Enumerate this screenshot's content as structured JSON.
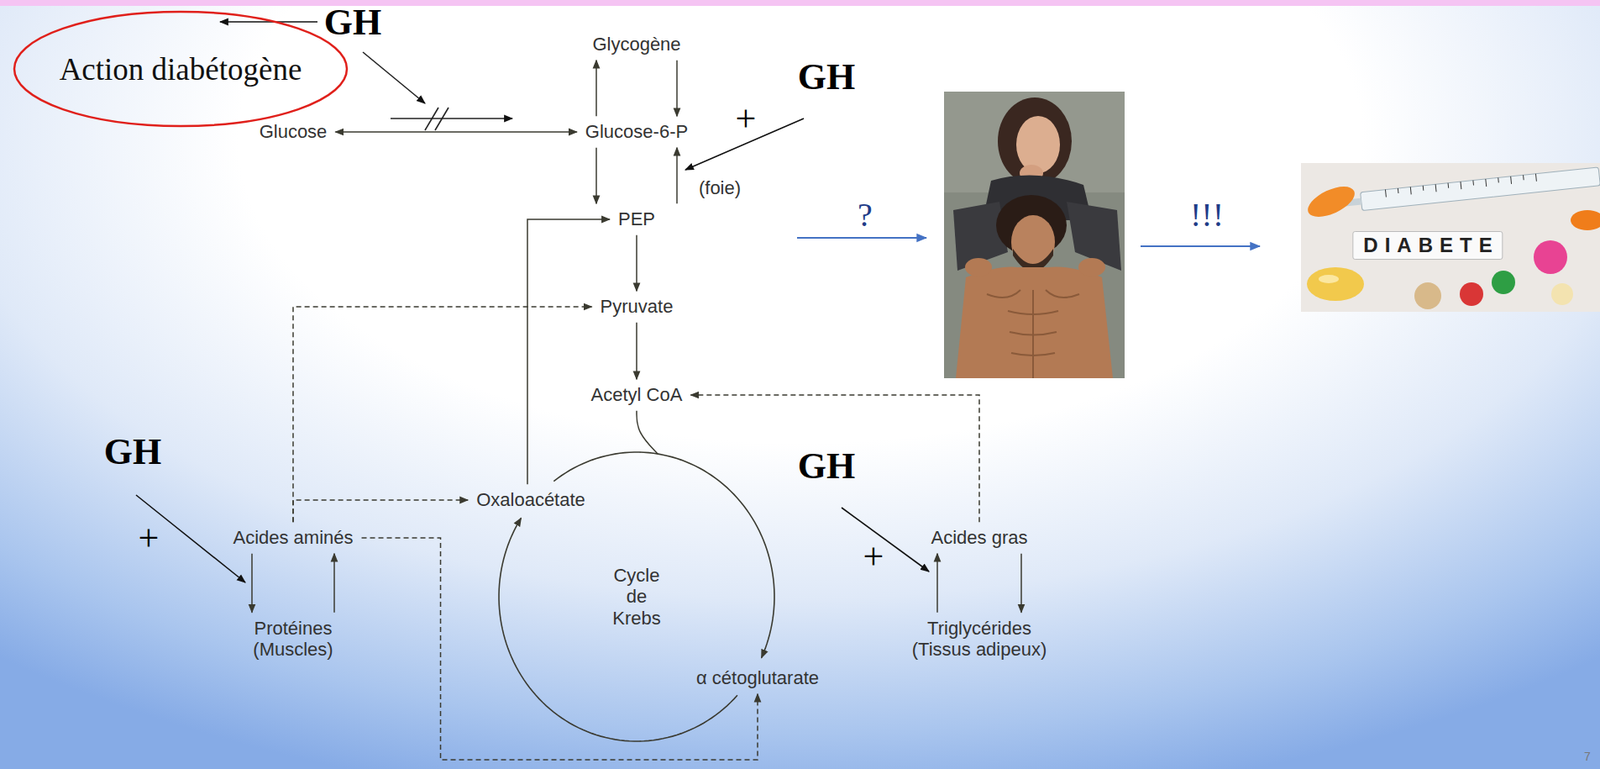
{
  "diagram": {
    "nodes": [
      {
        "text": [
          "Action diabétogène"
        ]
      },
      {
        "text": [
          "Glycogène"
        ]
      },
      {
        "text": [
          "Glucose"
        ]
      },
      {
        "text": [
          "Glucose-6-P"
        ]
      },
      {
        "text": [
          "PEP"
        ]
      },
      {
        "text": [
          "Pyruvate"
        ]
      },
      {
        "text": [
          "Acetyl CoA"
        ]
      },
      {
        "text": [
          "Cycle de Krebs"
        ]
      },
      {
        "text": [
          "Oxaloacétate"
        ]
      },
      {
        "text": [
          "Acides aminés"
        ]
      },
      {
        "text": [
          "Acides gras"
        ]
      },
      {
        "text": [
          "Protéines (Muscles)"
        ]
      },
      {
        "text": [
          "Triglycérides (Tissus adipeux)"
        ]
      },
      {
        "text": [
          "α cétoglutarate"
        ]
      }
    ],
    "edges": [
      {
        "from": 1,
        "to": 3,
        "arrow": "to"
      },
      {
        "from": 3,
        "to": 1,
        "arrow": "to"
      },
      {
        "from": 2,
        "to": 3,
        "arrow": "both"
      },
      {
        "from": 3,
        "to": 4,
        "arrow": "to"
      },
      {
        "from": 4,
        "to": 3,
        "arrow": "to"
      },
      {
        "from": 4,
        "to": 5,
        "arrow": "to"
      },
      {
        "from": 5,
        "to": 6,
        "arrow": "to"
      },
      {
        "from": 6,
        "to": 7,
        "arrow": "none"
      },
      {
        "from": 8,
        "to": 4,
        "arrow": "to"
      },
      {
        "from": 9,
        "to": 5,
        "arrow": "to"
      },
      {
        "from": 9,
        "to": 8,
        "arrow": "to"
      },
      {
        "from": 9,
        "to": 13,
        "arrow": "to"
      },
      {
        "from": 9,
        "to": 11,
        "arrow": "to"
      },
      {
        "from": 11,
        "to": 9,
        "arrow": "to"
      },
      {
        "from": 10,
        "to": 6,
        "arrow": "to"
      },
      {
        "from": 10,
        "to": 12,
        "arrow": "to"
      },
      {
        "from": 12,
        "to": 10,
        "arrow": "to"
      }
    ],
    "labels": [
      "GH",
      "GH",
      "+",
      "(foie)",
      "GH",
      "+",
      "GH",
      "+",
      "?",
      "!!!",
      "DIABETE",
      "7"
    ]
  }
}
